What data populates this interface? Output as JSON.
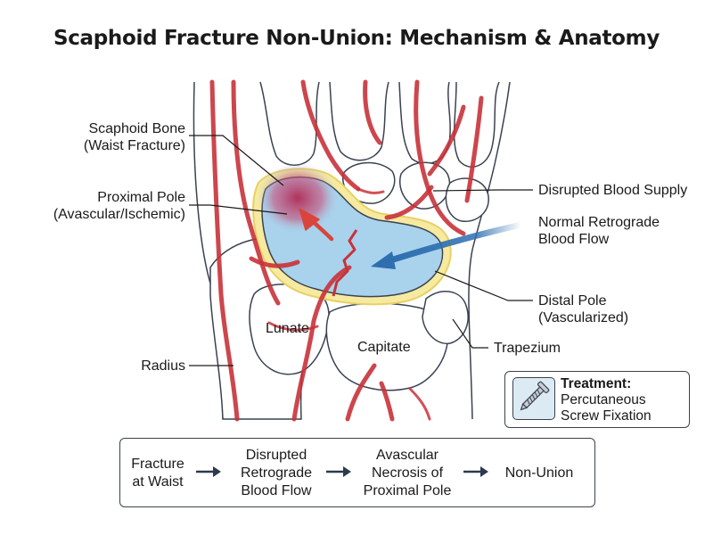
{
  "title": "Scaphoid Fracture Non-Union: Mechanism & Anatomy",
  "labels": {
    "scaphoid_bone": [
      "Scaphoid Bone",
      "(Waist Fracture)"
    ],
    "proximal_pole": [
      "Proximal Pole",
      "(Avascular/Ischemic)"
    ],
    "radius": "Radius",
    "disrupted_blood_supply": "Disrupted Blood Supply",
    "normal_retrograde": [
      "Normal Retrograde",
      "Blood Flow"
    ],
    "distal_pole": [
      "Distal Pole",
      "(Vascularized)"
    ],
    "trapezium": "Trapezium",
    "lunate": "Lunate",
    "capitate": "Capitate"
  },
  "treatment": {
    "heading": "Treatment:",
    "lines": [
      "Percutaneous",
      "Screw Fixation"
    ],
    "icon": "screw-icon"
  },
  "flow": {
    "steps": [
      [
        "Fracture",
        "at Waist"
      ],
      [
        "Disrupted",
        "Retrograde",
        "Blood Flow"
      ],
      [
        "Avascular",
        "Necrosis of",
        "Proximal Pole"
      ],
      [
        "Non-Union"
      ]
    ],
    "arrow_icon": "right-arrow-icon"
  },
  "colors": {
    "artery": "#c8323a",
    "bone_outline": "#3a4250",
    "scaphoid_fill": "#a9d2ec",
    "ischemic": "#b6325a",
    "flow_arrow": "#2e6fb0",
    "cartilage": "#f3e27a"
  }
}
